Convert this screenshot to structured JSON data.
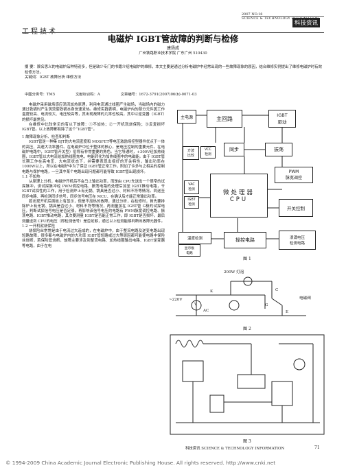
{
  "header": {
    "section": "工程技术",
    "year_issue": "2007  NO.18",
    "journal_en": "SCIENCE & TECHNOLOGY  INFORMATION",
    "badge": "科技资讯"
  },
  "article": {
    "title": "电磁炉 IGBT管故障的判断与检修",
    "author": "唐扬成",
    "affiliation": "广州铁路职业技术学院  广东广州  510430",
    "abstract": "摘  要：顾名思义的电磁炉品种特别多，但是缺少专门的书籍介绍电磁炉的维修，本文主要是通过分析电磁炉中经常出现的一些故障现象的原因，结合维修实例提出了维修电磁炉时有效检修方法。",
    "keywords": "关键词：IGBT  故障分析  维修方法",
    "clc": "中图分类号：TM5",
    "doc_code": "文献标识码：A",
    "article_id": "文章编号：1672-3791(2007)06(b)-0071-03"
  },
  "body": {
    "p1": "电磁炉采用磁场感应涡流加热原理，利用电流通过线圈产生磁场，当磁场内的磁力通过铁锅时产生涡流使铁锅本身快速发热。维修实践表明，电磁炉内的部分元件因工作温度较高、电流较大、电压较高等，其出现故障的几率也较高，其中以逆变器（IGBT）的损坏最常见。",
    "p2": "在维修中比较常见的有以下故障：①不加热；②一开机就烧保险；③反复损坏 IGBT管。以上故障都有除了这个“IGBT管”。",
    "h1": "1 故障现象分析、检查和判断",
    "p3": "IGBT管是一种集 BJT的大电流密度和 MOSFET等电压激励场控型器件优点于一体的高压、高速大功率器件。在电磁炉中位于整体的核心，是电压控制的重要元件。在电磁炉电路中，IGBT管开关型）俗称有非常重要的角色。当它导通时，+300V经加热线圈，IGBT管以大电流给加热线圈充电，电能转化为加热线圈中的电磁能。由于 IGBT管长期工作在高电压、大电流状态下，并需要表现出极好的开关特性，输出功率在 1000W以上，所以在电磁炉中为了保证 IGBT管正常工作，附加了许多与之相关的控制电路与保护电路，一旦其中某个电路出现问题都可能导致 IGBT管出现损坏。",
    "h2": "1.1 不加热",
    "p4": "从原理上分析，电磁炉开机后不会马上输出功率，而是由 CPU先送出一个很窄的试探脉冲，该试探脉冲经 PWM调控电路、振荡电路的处理后加至 IGBT推动电路，令 IGBT试探性的工作，用于检测炉上有无锅、锅具是否过小、材料不符等情况。同送至同步电路、再检测同步信号，同步信号电压在 MCU、在确认后才能正常输出功率。",
    "p5": "若出现开机后面板上有显示，但是不加热的故障，通过分析，在检修时，首先要排除炉上有无锅、锅具是否过小、材料不符等情况，再测量加在 IGBT管 G极的试探电压，判断试探信号电压是否足够，再影响该信号电压的电路有 PWM脉宽调控电路、振荡电路、IGBT推动电路，其次要测量 IGBT是否能正常工作，即 IGBT是否损坏，最后测量送到 CPU的电压（即检测信号）是否足够，通过以上检测能够判断出故障元器件。",
    "h3": "1.2 一开机就烧保险",
    "p6": "烧保险丝常常是由于电流过大造成的，在电磁炉中，由于整流电路及逆变电路出现短路故障，很多都与电磁炉内的大功率 IGBT管短路或过大等原因都可能使电路中保险丝烧断，若保险管烧断，故障主要涉及到整流电路、加热线圈输出电路、IGBT逆变器等电路，由于在电"
  },
  "figure1": {
    "caption": "图 1",
    "blocks": {
      "main_power": "主电源",
      "main_loop": "主回路",
      "igbt_drive": "IGBT\n驱动",
      "comp": "方波\n比较",
      "vcc_detect": "VCC\n检测",
      "sync": "同步",
      "osc": "振荡",
      "vac_detect": "VAC\n检测",
      "igbt_detect": "IGBT\n检测",
      "mcu": "微处理器\nCPU",
      "pwm": "PWM\n脉宽调控",
      "switch_detect": "开关控制",
      "pan_detect": "温度检测",
      "operate": "操控电路",
      "display": "显示板\n电路",
      "temp": "浪涌电压\n检测电路"
    }
  },
  "figure2": {
    "caption": "图 2",
    "lamp_label": "200W  灯泡",
    "src_label": "~220V",
    "switch_label": "K",
    "v_label": "V",
    "a_label": "AC",
    "c_label": "C",
    "e_label": "E",
    "g_label": "G",
    "cap_label": "电磁阀"
  },
  "figure3": {
    "caption": "图 3"
  },
  "footer": {
    "journal": "科技资讯  SCIENCE & TECHNOLOGY  INFORMATION",
    "page": "71",
    "copyright": "© 1994-2009 China Academic Journal Electronic Publishing House. All rights reserved.    http://www.cnki.net"
  }
}
